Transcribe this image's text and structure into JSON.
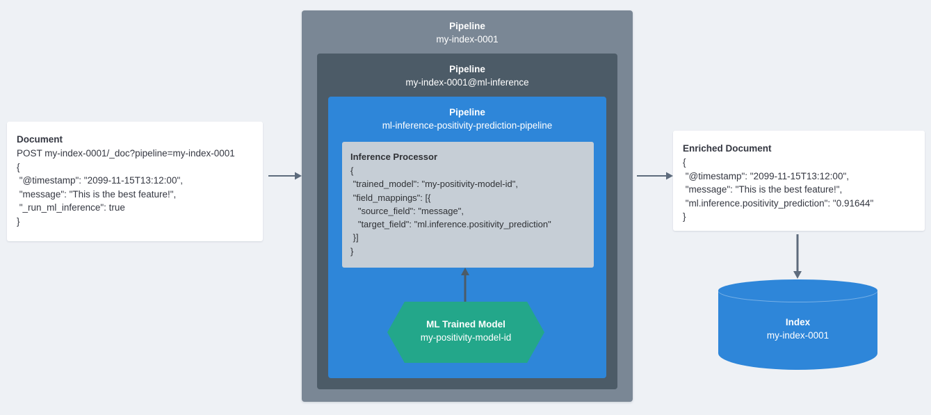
{
  "colors": {
    "background": "#eef1f5",
    "pipeline_outer": "#7a8795",
    "pipeline_middle": "#4c5b67",
    "pipeline_inner": "#2e86d9",
    "processor_panel": "#c6ced6",
    "ml_model": "#23a78a",
    "index": "#2e86d9",
    "arrow": "#5d6b7c",
    "card": "#ffffff",
    "text": "#343741"
  },
  "document": {
    "title": "Document",
    "lines": [
      "POST my-index-0001/_doc?pipeline=my-index-0001",
      "{",
      " \"@timestamp\": \"2099-11-15T13:12:00\",",
      " \"message\": \"This is the best feature!\",",
      " \"_run_ml_inference\": true",
      "}"
    ]
  },
  "pipelines": {
    "outer": {
      "kind": "Pipeline",
      "name": "my-index-0001"
    },
    "middle": {
      "kind": "Pipeline",
      "name": "my-index-0001@ml-inference"
    },
    "inner": {
      "kind": "Pipeline",
      "name": "ml-inference-positivity-prediction-pipeline"
    }
  },
  "inference_processor": {
    "title": "Inference Processor",
    "lines": [
      "{",
      " \"trained_model\": \"my-positivity-model-id\",",
      " \"field_mappings\": [{",
      "   \"source_field\": \"message\",",
      "   \"target_field\": \"ml.inference.positivity_prediction\"",
      " }]",
      "}"
    ]
  },
  "ml_model": {
    "kind": "ML Trained Model",
    "name": "my-positivity-model-id"
  },
  "enriched_document": {
    "title": "Enriched Document",
    "lines": [
      "{",
      " \"@timestamp\": \"2099-11-15T13:12:00\",",
      " \"message\": \"This is the best feature!\",",
      " \"ml.inference.positivity_prediction\": \"0.91644\"",
      "}"
    ]
  },
  "index": {
    "kind": "Index",
    "name": "my-index-0001"
  },
  "arrows": {
    "doc_to_pipeline": "arrow-right",
    "pipeline_to_enriched": "arrow-right",
    "enriched_to_index": "arrow-down",
    "model_to_processor": "arrow-up"
  }
}
